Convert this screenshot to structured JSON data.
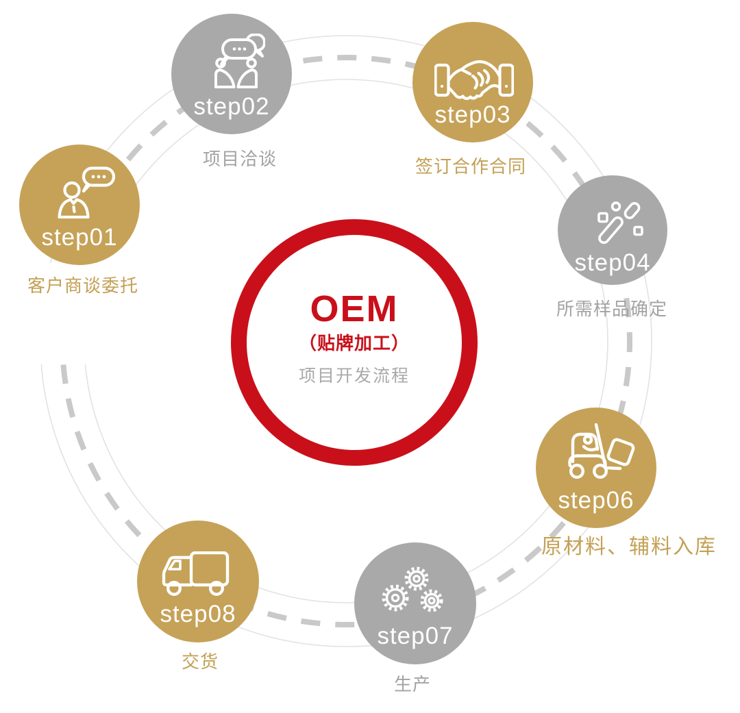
{
  "page": {
    "background": "#ffffff"
  },
  "palette": {
    "gold": "#c5a258",
    "gray": "#a9a9a9",
    "red": "#c9101a",
    "gold_text": "#c3a055",
    "gray_text": "#a3a3a3",
    "road_edge": "#e2e2e2",
    "road_dash": "#c9c9c9",
    "center_caption": "#a9a9a9",
    "icon_stroke": "#ffffff"
  },
  "center": {
    "title": "OEM",
    "subtitle": "（贴牌加工）",
    "caption": "项目开发流程"
  },
  "steps": [
    {
      "id": "step01",
      "label": "step01",
      "caption": "客户商谈委托",
      "color": "gold",
      "icon": "person-chat-icon"
    },
    {
      "id": "step02",
      "label": "step02",
      "caption": "项目洽谈",
      "color": "gray",
      "icon": "conversation-icon"
    },
    {
      "id": "step03",
      "label": "step03",
      "caption": "签订合作合同",
      "color": "gold",
      "icon": "handshake-icon"
    },
    {
      "id": "step04",
      "label": "step04",
      "caption": "所需样品确定",
      "color": "gray",
      "icon": "sample-wand-icon"
    },
    {
      "id": "step06",
      "label": "step06",
      "caption": "原材料、辅料入库",
      "color": "gold",
      "icon": "forklift-icon"
    },
    {
      "id": "step07",
      "label": "step07",
      "caption": "生产",
      "color": "gray",
      "icon": "gears-icon"
    },
    {
      "id": "step08",
      "label": "step08",
      "caption": "交货",
      "color": "gold",
      "icon": "truck-icon"
    }
  ]
}
